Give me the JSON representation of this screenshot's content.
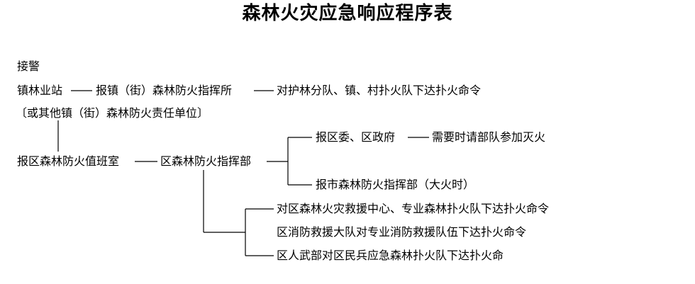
{
  "title": "森林火灾应急响应程序表",
  "receive_alarm": "接警",
  "row1": {
    "station": "镇林业站",
    "report": "报镇（街）森林防火指挥所",
    "order": "对护林分队、镇、村扑火队下达扑火命令"
  },
  "other_units": "〔或其他镇（街）森林防火责任单位〕",
  "duty_room": "报区森林防火值班室",
  "district_hq": "区森林防火指挥部",
  "upper": {
    "committee": "报区委、区政府",
    "troops": "需要时请部队参加灭火",
    "city_hq": "报市森林防火指挥部（大火时）"
  },
  "lower": [
    "对区森林火灾救援中心、专业森林扑火队下达扑火命令",
    "区消防救援大队对专业消防救援队伍下达扑火命令",
    "区人武部对区民兵应急森林扑火队下达扑火命"
  ]
}
